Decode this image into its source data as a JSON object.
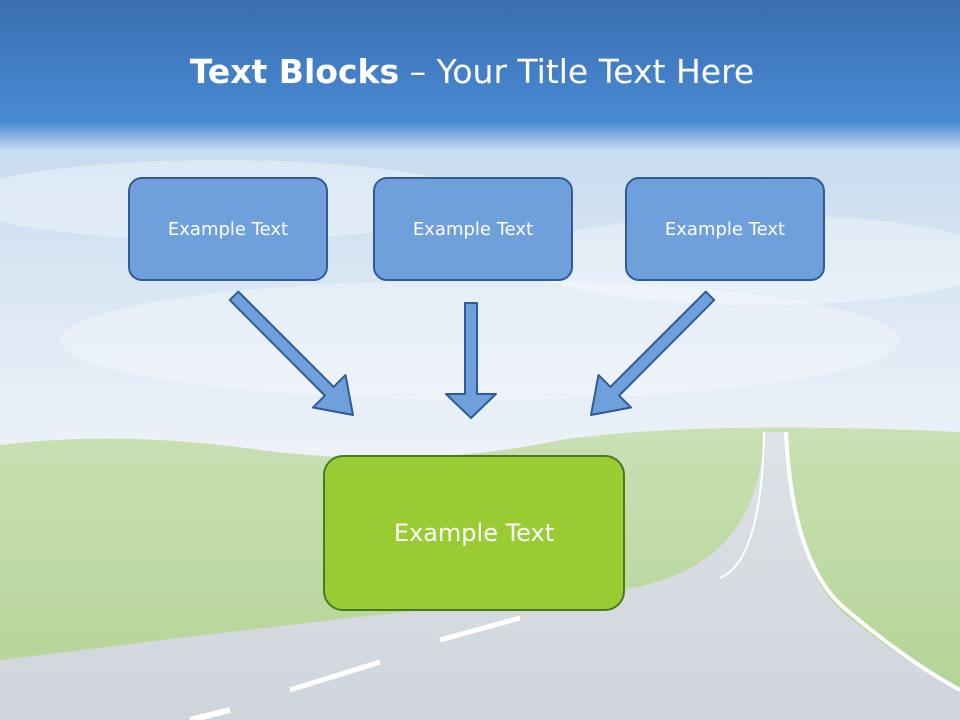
{
  "slide": {
    "title_bold": "Text Blocks",
    "title_separator": " – ",
    "title_rest": "Your Title Text Here"
  },
  "diagram": {
    "top_boxes": [
      {
        "label": "Example Text"
      },
      {
        "label": "Example Text"
      },
      {
        "label": "Example Text"
      }
    ],
    "bottom_box": {
      "label": "Example Text"
    }
  },
  "colors": {
    "sky_top": "#3a78c0",
    "sky_bottom": "#e6eef7",
    "box_fill": "#6fa0dc",
    "box_border": "#2f5b98",
    "arrow_fill": "#6fa0dc",
    "result_fill": "#99cc33",
    "result_border": "#4a7a1f",
    "grass": "#b6d89a",
    "road": "#d3d9e0"
  }
}
